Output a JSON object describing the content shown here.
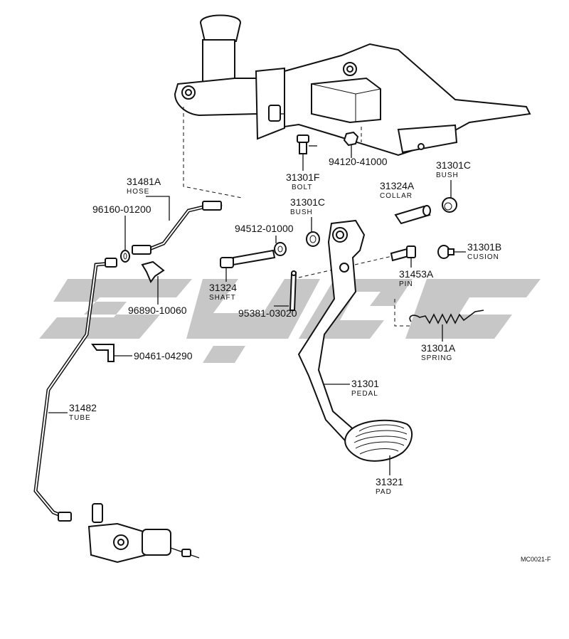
{
  "parts": {
    "hose": {
      "number": "31481A",
      "name": "HOSE"
    },
    "union_bolt": {
      "number": "96160-01200"
    },
    "clip": {
      "number": "96890-10060"
    },
    "bracket": {
      "number": "90461-04290"
    },
    "tube": {
      "number": "31482",
      "name": "TUBE"
    },
    "bolt": {
      "number": "31301F",
      "name": "BOLT"
    },
    "nut_top": {
      "number": "94120-41000"
    },
    "collar": {
      "number": "31324A",
      "name": "COLLAR"
    },
    "bush_right": {
      "number": "31301C",
      "name": "BUSH"
    },
    "bush_mid": {
      "number": "31301C",
      "name": "BUSH"
    },
    "nut_shaft": {
      "number": "94512-01000"
    },
    "cushion": {
      "number": "31301B",
      "name": "CUSION"
    },
    "shaft": {
      "number": "31324",
      "name": "SHAFT"
    },
    "pin": {
      "number": "31453A",
      "name": "PIN"
    },
    "cotter_pin": {
      "number": "95381-03020"
    },
    "spring": {
      "number": "31301A",
      "name": "SPRING"
    },
    "pedal": {
      "number": "31301",
      "name": "PEDAL"
    },
    "pad": {
      "number": "31321",
      "name": "PAD"
    }
  },
  "reference_code": "MC0021-F"
}
